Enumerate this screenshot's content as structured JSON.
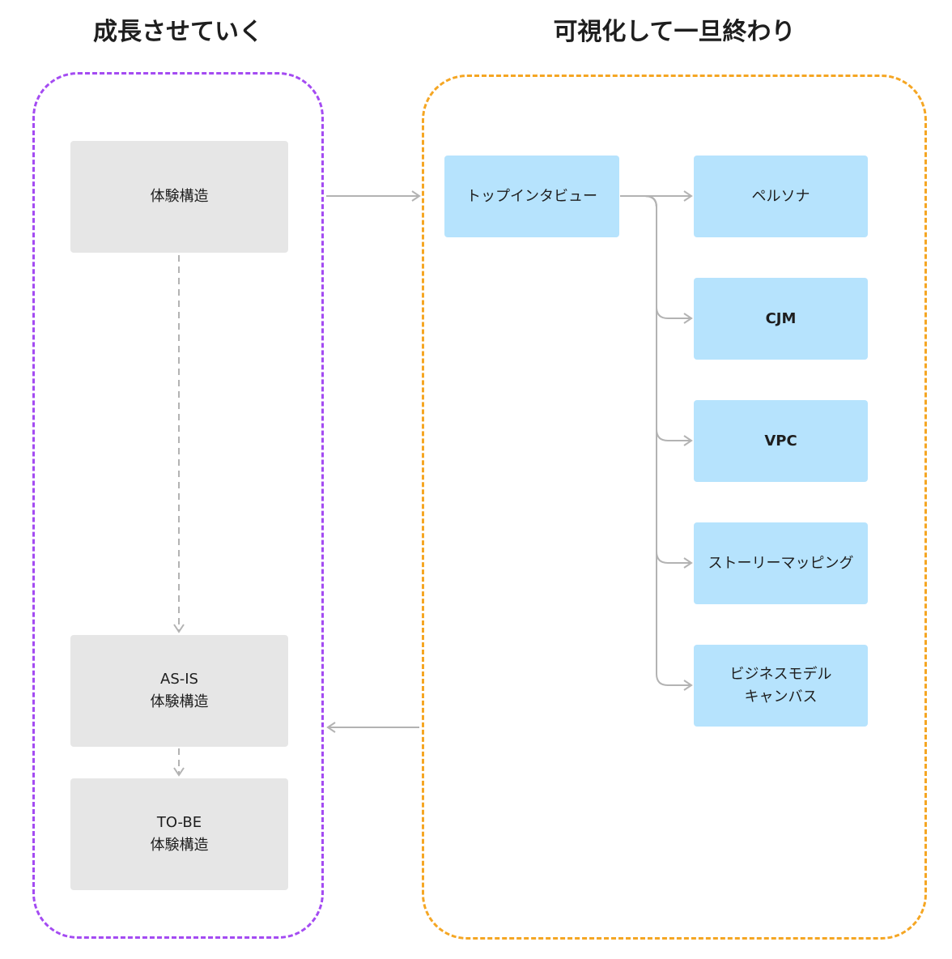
{
  "headings": {
    "left": "成長させていく",
    "right": "可視化して一旦終わり"
  },
  "left_group": {
    "cards": [
      {
        "lines": [
          "体験構造"
        ]
      },
      {
        "lines": [
          "AS-IS",
          "体験構造"
        ]
      },
      {
        "lines": [
          "TO-BE",
          "体験構造"
        ]
      }
    ]
  },
  "right_group": {
    "source": {
      "label": "トップインタビュー"
    },
    "outputs": [
      {
        "label": "ペルソナ"
      },
      {
        "label": "CJM"
      },
      {
        "label": "VPC"
      },
      {
        "label": "ストーリーマッピング"
      },
      {
        "lines": [
          "ビジネスモデル",
          "キャンバス"
        ]
      }
    ]
  },
  "colors": {
    "left_group_border": "#a44bf2",
    "right_group_border": "#f5a623",
    "gray_card": "#e6e6e6",
    "blue_card": "#b6e3fd",
    "connector": "#b3b3b3"
  }
}
